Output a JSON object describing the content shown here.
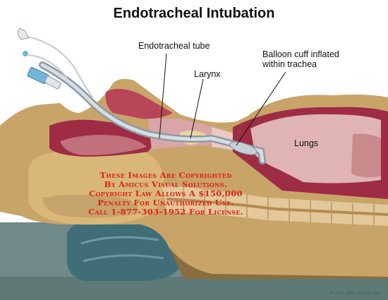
{
  "title": "Endotracheal Intubation",
  "labels": {
    "tube": "Endotracheal tube",
    "larynx": "Larynx",
    "balloon_line1": "Balloon cuff inflated",
    "balloon_line2": "within trachea",
    "lungs": "Lungs"
  },
  "watermark": {
    "lines": [
      "These Images Are Copyrighted",
      "By Amicus Visual Solutions.",
      "Copyright Law Allows A $150,000",
      "Penalty For Unauthorized Use.",
      "Call 1-877-303-1952 For License."
    ],
    "color": "#e0201a"
  },
  "copyright": "© 2011 AVS, Precise Inc.",
  "colors": {
    "skin": "#c9a469",
    "tissue": "#a5344a",
    "airway": "#d9a5a8",
    "lung": "#dfb4b2",
    "tube": "#b9c3cc",
    "pillow": "#3f6e78",
    "table": "#6f8a88"
  }
}
